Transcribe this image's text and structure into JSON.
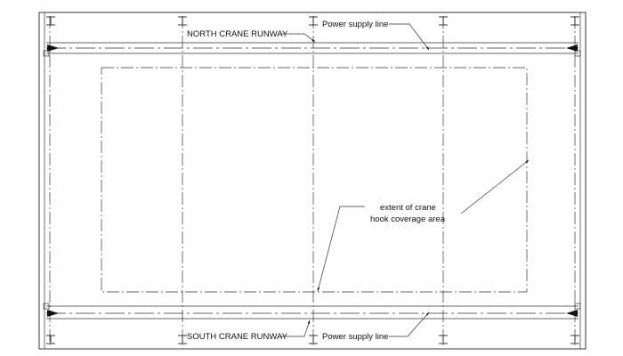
{
  "labels": {
    "north_runway": "NORTH CRANE RUNWAY",
    "south_runway": "SOUTH CRANE RUNWAY",
    "power_north": "Power supply line",
    "power_south": "Power supply line",
    "extent_line1": "extent of crane",
    "extent_line2": "hook coverage area"
  },
  "colors": {
    "line": "#222222",
    "background": "#ffffff"
  }
}
